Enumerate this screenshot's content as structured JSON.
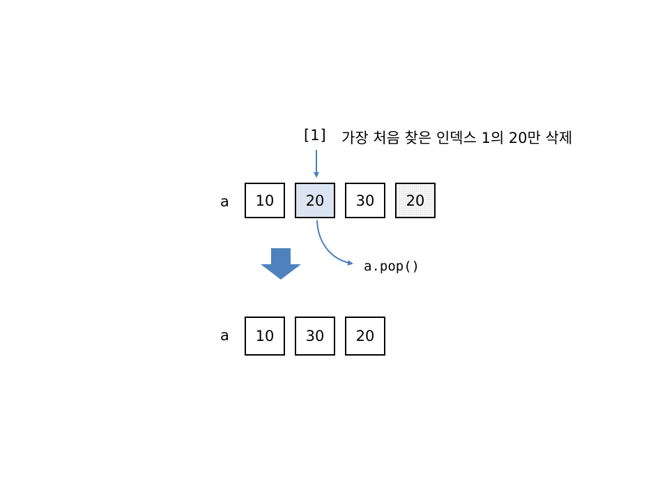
{
  "index_label": "[1]",
  "caption": "가장 처음 찾은 인덱스 1의 20만 삭제",
  "method_call": "a.pop()",
  "before": {
    "var": "a",
    "cells": [
      "10",
      "20",
      "30",
      "20"
    ],
    "highlighted_index": 1
  },
  "after": {
    "var": "a",
    "cells": [
      "10",
      "30",
      "20"
    ]
  },
  "colors": {
    "arrow": "#4a7ebb",
    "big_arrow": "#4f81bd",
    "highlight_fill": "#dbe4f1"
  }
}
